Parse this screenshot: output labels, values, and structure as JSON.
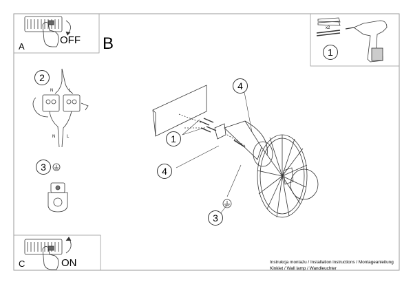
{
  "panels": {
    "a_label": "A",
    "a_state": "OFF",
    "b_label": "B",
    "c_label": "C",
    "c_state": "ON"
  },
  "steps": {
    "one_top": "1",
    "two": "2",
    "three_left": "3",
    "four_top": "4",
    "one_main": "1",
    "four_main": "4",
    "three_main": "3"
  },
  "wiring": {
    "n_top": "N",
    "l_top": "L",
    "n_bottom": "N",
    "l_bottom": "L"
  },
  "tools": {
    "qty": "x2"
  },
  "footer": {
    "line1": "Instrukcja montażu / Installation instructions / Montageanleitung",
    "line2": "Kinkiet / Wall lamp / Wandleuchter"
  },
  "colors": {
    "line": "#333333",
    "frame": "#999999"
  }
}
